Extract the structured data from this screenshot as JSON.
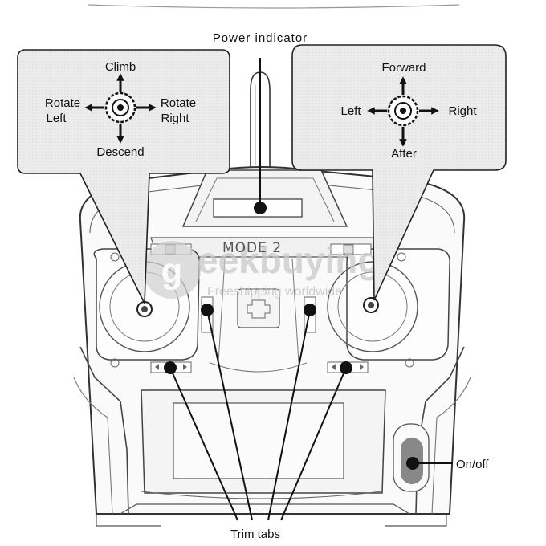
{
  "callouts": {
    "power_indicator": "Power indicator",
    "on_off": "On/off",
    "trim_tabs": "Trim tabs"
  },
  "left_stick": {
    "up": "Climb",
    "down": "Descend",
    "left_line1": "Rotate",
    "left_line2": "Left",
    "right_line1": "Rotate",
    "right_line2": "Right"
  },
  "right_stick": {
    "up": "Forward",
    "down": "After",
    "left": "Left",
    "right": "Right"
  },
  "controller": {
    "mode_label": "MODE 2"
  },
  "watermark": {
    "brand": "eekbuying",
    "tagline": "Freeshipping worldwide"
  }
}
